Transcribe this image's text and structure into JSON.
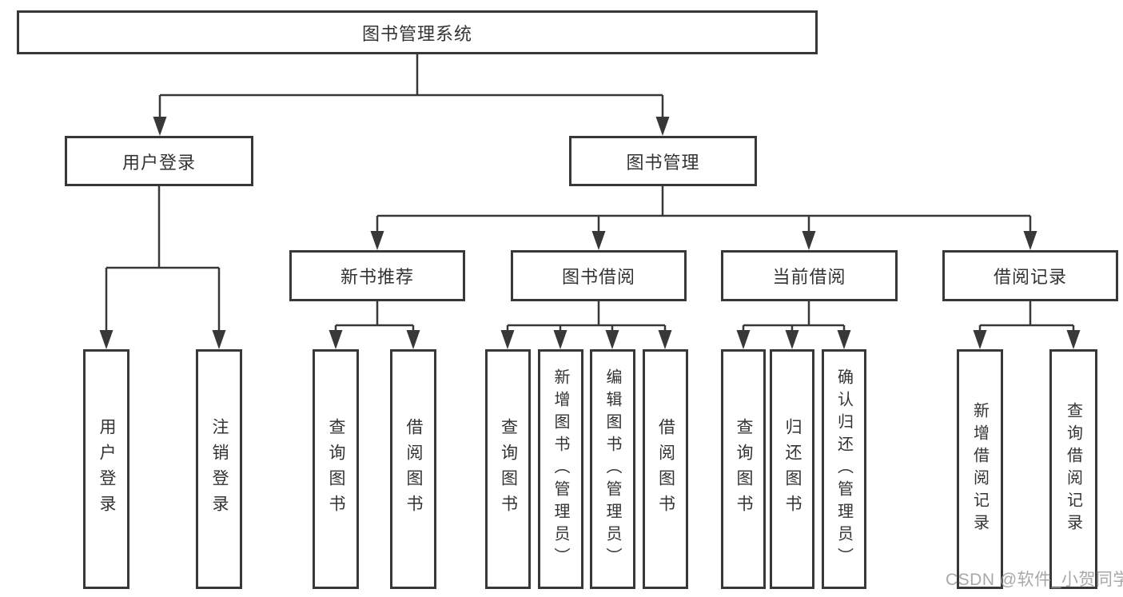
{
  "diagram": {
    "title": "图书管理系统",
    "tree": {
      "label": "图书管理系统",
      "children": [
        {
          "label": "用户登录",
          "children": [
            {
              "label": "用户登录"
            },
            {
              "label": "注销登录"
            }
          ]
        },
        {
          "label": "图书管理",
          "children": [
            {
              "label": "新书推荐",
              "children": [
                {
                  "label": "查询图书"
                },
                {
                  "label": "借阅图书"
                }
              ]
            },
            {
              "label": "图书借阅",
              "children": [
                {
                  "label": "查询图书"
                },
                {
                  "label": "新增图书（管理员）"
                },
                {
                  "label": "编辑图书（管理员）"
                },
                {
                  "label": "借阅图书"
                }
              ]
            },
            {
              "label": "当前借阅",
              "children": [
                {
                  "label": "查询图书"
                },
                {
                  "label": "归还图书"
                },
                {
                  "label": "确认归还（管理员）"
                }
              ]
            },
            {
              "label": "借阅记录",
              "children": [
                {
                  "label": "新增借阅记录"
                },
                {
                  "label": "查询借阅记录"
                }
              ]
            }
          ]
        }
      ]
    },
    "colors": {
      "line": "#383838",
      "text": "#333333",
      "background": "#ffffff",
      "watermark": "#9e9e9e"
    }
  },
  "watermark": {
    "text": "CSDN @软件_小贺同学"
  }
}
